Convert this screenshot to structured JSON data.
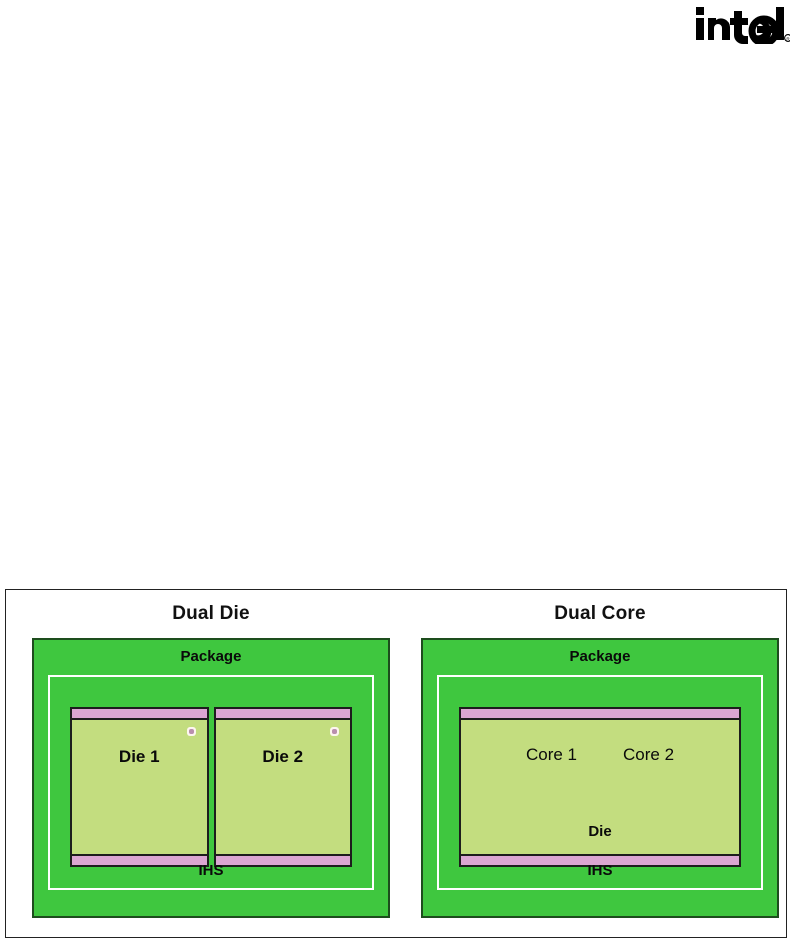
{
  "brand": {
    "logo_name": "intel-logo",
    "wordmark": "intel",
    "registered_mark": "®"
  },
  "colors": {
    "package_green": "#3fc73f",
    "package_border": "#1d4d1d",
    "die_green": "#c3dd7f",
    "die_border": "#1d1d1d",
    "band_pink": "#dba6d2",
    "inner_outline_white": "#ffffff",
    "figure_border": "#222222",
    "text": "#0a0a0a",
    "page_background": "#ffffff"
  },
  "figure": {
    "name": "dual-die-vs-dual-core-diagram",
    "panels": [
      {
        "id": "dual-die",
        "title": "Dual Die",
        "package_label": "Package",
        "ihs_label": "IHS",
        "dies": [
          {
            "label": "Die 1",
            "marker": "bond-pad-marker"
          },
          {
            "label": "Die 2",
            "marker": "bond-pad-marker"
          }
        ]
      },
      {
        "id": "dual-core",
        "title": "Dual Core",
        "package_label": "Package",
        "ihs_label": "IHS",
        "die_label": "Die",
        "cores": [
          {
            "label": "Core 1"
          },
          {
            "label": "Core 2"
          }
        ]
      }
    ]
  }
}
